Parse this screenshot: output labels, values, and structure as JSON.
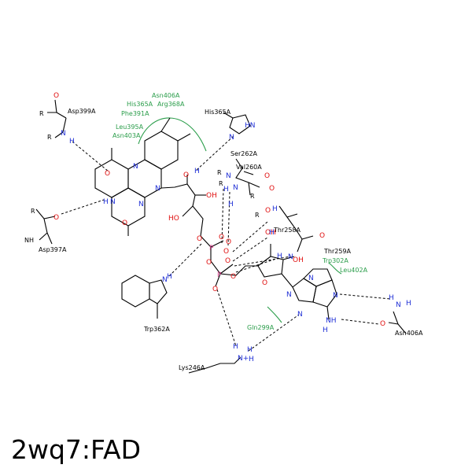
{
  "title": "2wq7:FAD",
  "residues": {
    "asp399": "Asp399A",
    "asp397": "Asp397A",
    "his365_top": "His365A",
    "ser262": "Ser262A",
    "val260": "Val260A",
    "thr258": "Thr258A",
    "thr259": "Thr259A",
    "trp362": "Trp362A",
    "lys246": "Lys246A",
    "asn406_right": "Asn406A"
  },
  "green_residues": {
    "asn406": "Asn406A",
    "his365": "His365A",
    "arg368": "Arg368A",
    "phe391": "Phe391A",
    "leu395": "Leu395A",
    "asn403": "Asn403A",
    "trp302": "Trp302A",
    "leu402": "Leu402A",
    "gln299": "Gln299A"
  },
  "atoms": {
    "O": "O",
    "N": "N",
    "H": "H",
    "P": "P",
    "R": "R",
    "OH": "OH",
    "HO": "HO",
    "NH": "NH",
    "HN": "HN",
    "NH_plus": "N+",
    "minus": "-"
  },
  "colors": {
    "nitrogen": "#1f2fd6",
    "oxygen": "#e01010",
    "phosphorus": "#d4408a",
    "hydrophobic": "#2a9d4a"
  }
}
